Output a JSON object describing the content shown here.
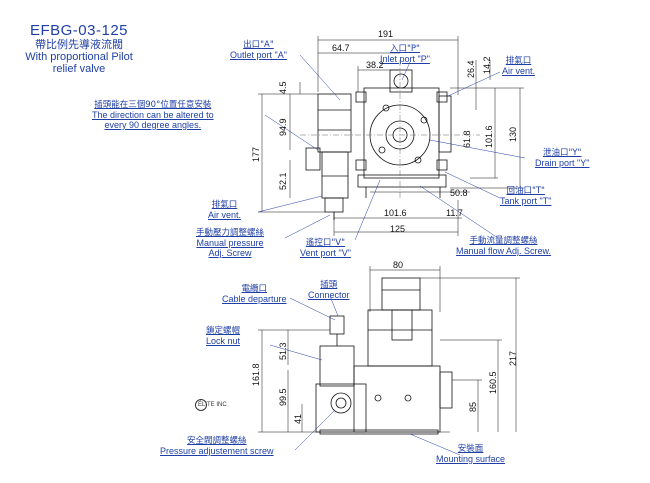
{
  "title": {
    "model": "EFBG-03-125",
    "zh": "帶比例先導液流閥",
    "en_line1": "With proportional Pilot",
    "en_line2": "relief valve"
  },
  "labels": {
    "outlet_a": {
      "zh": "出口\"A\"",
      "en": "Outlet port \"A\""
    },
    "inlet_p": {
      "zh": "入口\"P\"",
      "en": "Inlet port \"P\""
    },
    "air_vent_top": {
      "zh": "排氣口",
      "en": "Air vent."
    },
    "direction_note": {
      "zh": "插頭能在三個90°位置任意安裝",
      "en1": "The direction can  be altered to",
      "en2": "every 90 degree angles."
    },
    "drain_y": {
      "zh": "泄油口\"Y\"",
      "en": "Drain port \"Y\""
    },
    "tank_t": {
      "zh": "回油口\"T\"",
      "en": "Tank port \"T\""
    },
    "air_vent_left": {
      "zh": "排氣口",
      "en": "Air vent."
    },
    "manual_pressure": {
      "zh": "手動壓力調整螺絲",
      "en1": "Manual pressure",
      "en2": "Adj. Screw"
    },
    "vent_v": {
      "zh": "遙控口\"V\"",
      "en": "Vent port \"V\""
    },
    "manual_flow": {
      "zh": "手動流量調整螺絲",
      "en": "Manual flow Adj. Screw."
    },
    "cable": {
      "zh": "電纜口",
      "en": "Cable departure"
    },
    "connector": {
      "zh": "插頭",
      "en": "Connector"
    },
    "lock_nut": {
      "zh": "鎖定螺帽",
      "en": "Lock nut"
    },
    "pressure_adj": {
      "zh": "安全閥調整螺絲",
      "en": "Pressure adjustement screw"
    },
    "mounting": {
      "zh": "安裝面",
      "en": "Mounting surface"
    }
  },
  "dimensions": {
    "d191": "191",
    "d64_7": "64.7",
    "d38_2": "38.2",
    "d26_4": "26.4",
    "d14_2": "14.2",
    "d4_5": "4.5",
    "d94_9": "94.9",
    "d177": "177",
    "d52_1": "52.1",
    "d61_8": "61.8",
    "d101_6v": "101.6",
    "d130": "130",
    "d50_8": "50.8",
    "d101_6h": "101.6",
    "d11_7": "11.7",
    "d125": "125",
    "d80": "80",
    "d217": "217",
    "d51_3": "51.3",
    "d161_8": "161.8",
    "d99_5": "99.5",
    "d41": "41",
    "d160_5": "160.5",
    "d85": "85"
  },
  "logo": "ÉLITE INC"
}
